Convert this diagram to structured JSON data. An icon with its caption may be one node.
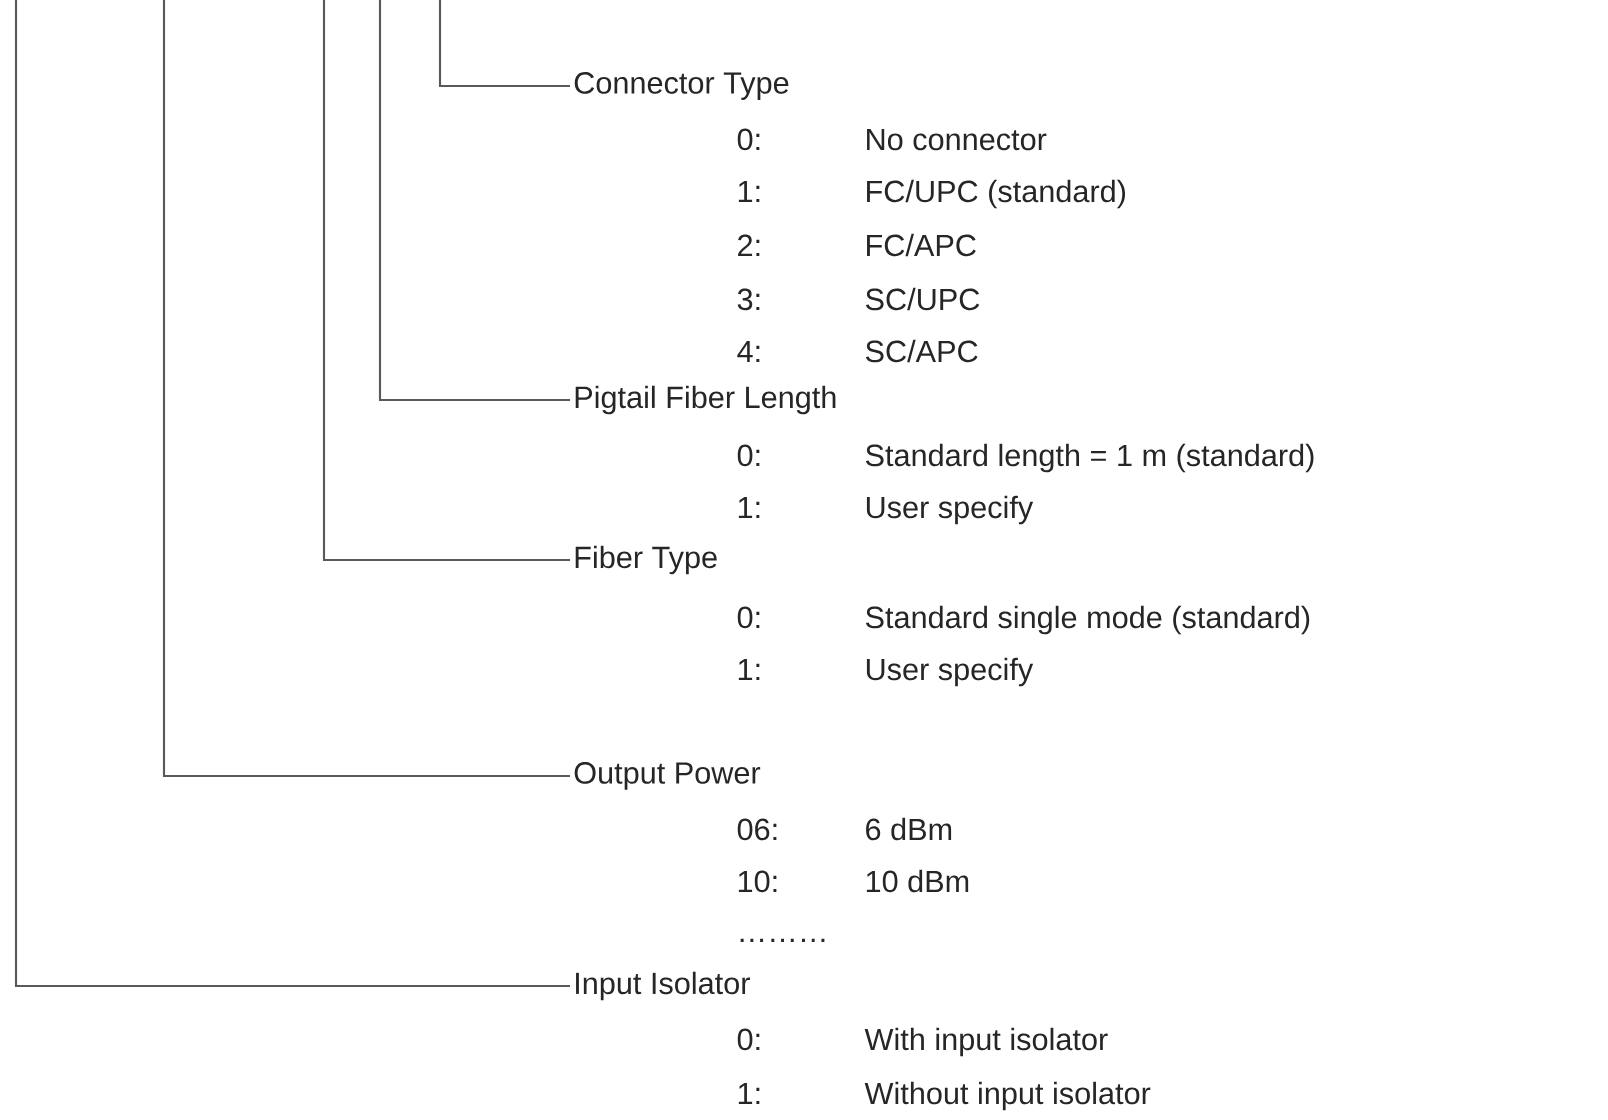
{
  "diagram": {
    "nodes": [
      {
        "text": [
          "Connector Type"
        ]
      },
      {
        "text": [
          "Pigtail Fiber Length"
        ]
      },
      {
        "text": [
          "Fiber Type"
        ]
      },
      {
        "text": [
          "Output Power"
        ]
      },
      {
        "text": [
          "Input Isolator"
        ]
      }
    ],
    "edges": [
      {
        "from": null,
        "to": 0,
        "arrow": "none"
      },
      {
        "from": null,
        "to": 1,
        "arrow": "none"
      },
      {
        "from": null,
        "to": 2,
        "arrow": "none"
      },
      {
        "from": null,
        "to": 3,
        "arrow": "none"
      },
      {
        "from": null,
        "to": 4,
        "arrow": "none"
      }
    ],
    "labels": [
      "0:",
      "No connector",
      "1:",
      "FC/UPC (standard)",
      "2:",
      "FC/APC",
      "3:",
      "SC/UPC",
      "4:",
      "SC/APC",
      "0:",
      "Standard length = 1 m (standard)",
      "1:",
      "User specify",
      "0:",
      "Standard single mode (standard)",
      "1:",
      "User specify",
      "06:",
      "6 dBm",
      "10:",
      "10 dBm",
      "………",
      "0:",
      "With input isolator",
      "1:",
      "Without input isolator"
    ]
  }
}
